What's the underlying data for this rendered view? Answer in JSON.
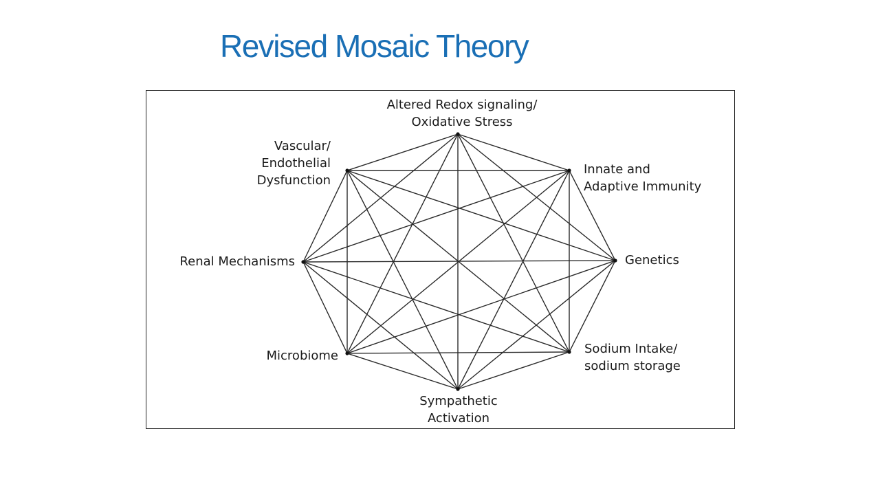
{
  "slide": {
    "title": "Revised Mosaic Theory"
  },
  "diagram": {
    "type": "fully-connected-octagon",
    "line_color": "#2a2a2a",
    "title_color": "#1a6fb5",
    "nodes": [
      {
        "id": "redox",
        "lines": [
          "Altered Redox signaling/",
          "Oxidative Stress"
        ]
      },
      {
        "id": "immunity",
        "lines": [
          "Innate and",
          "Adaptive Immunity"
        ]
      },
      {
        "id": "genetics",
        "lines": [
          "Genetics"
        ]
      },
      {
        "id": "sodium",
        "lines": [
          "Sodium Intake/",
          "sodium storage"
        ]
      },
      {
        "id": "sympathetic",
        "lines": [
          "Sympathetic",
          "Activation"
        ]
      },
      {
        "id": "microbiome",
        "lines": [
          "Microbiome"
        ]
      },
      {
        "id": "renal",
        "lines": [
          "Renal Mechanisms"
        ]
      },
      {
        "id": "vascular",
        "lines": [
          "Vascular/",
          "Endothelial",
          "Dysfunction"
        ]
      }
    ]
  }
}
